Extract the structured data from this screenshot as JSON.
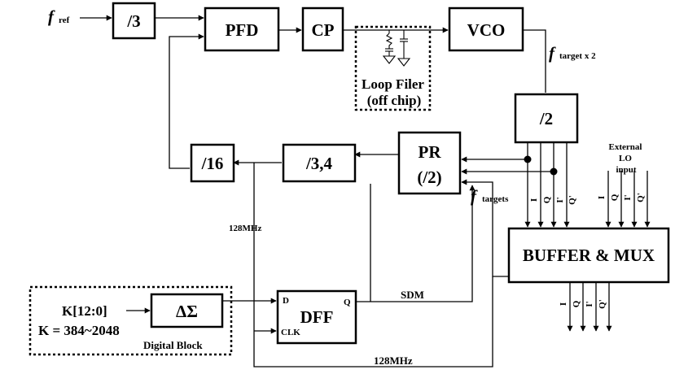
{
  "blocks": {
    "div3": "/3",
    "pfd": "PFD",
    "cp": "CP",
    "vco": "VCO",
    "div2": "/2",
    "pr_line1": "PR",
    "pr_line2": "(/2)",
    "div34": "/3,4",
    "div16": "/16",
    "buffer_mux": "BUFFER & MUX",
    "dff": "DFF",
    "dff_d": "D",
    "dff_q": "Q",
    "dff_clk": "CLK",
    "delta_sigma": "ΔΣ"
  },
  "loop_filter": {
    "line1": "Loop Filer",
    "line2": "(off chip)"
  },
  "digital_block": {
    "label": "Digital Block",
    "k_range": "K[12:0]",
    "k_value": "K = 384~2048"
  },
  "signals": {
    "f_symbol": "f",
    "fref_sub": "ref",
    "ftarget_x2_sub": "target  x 2",
    "ftargets_sub": "targets",
    "sdm": "SDM",
    "clk_128_upper": "128MHz",
    "clk_128_lower": "128MHz",
    "external_lo": [
      "External",
      "LO",
      "input"
    ],
    "iq_buffer_in": [
      "I",
      "Q",
      "I'",
      "Q'"
    ],
    "iq_external": [
      "I",
      "Q",
      "I'",
      "Q'"
    ],
    "iq_outputs": [
      "I",
      "Q",
      "I'",
      "Q'"
    ]
  }
}
